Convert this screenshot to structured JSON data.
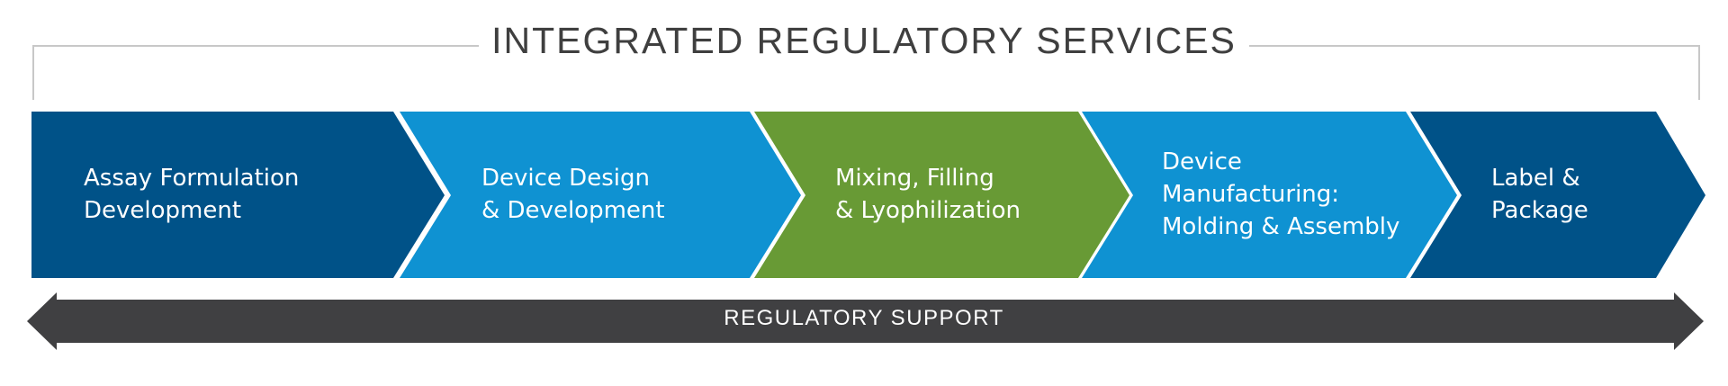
{
  "title": "INTEGRATED REGULATORY SERVICES",
  "colors": {
    "dark_blue": "#005288",
    "light_blue": "#0f92d2",
    "green": "#689a35",
    "arrow_dark": "#404042",
    "bracket": "#c8c8c8"
  },
  "steps": [
    {
      "label": "Assay Formulation\nDevelopment",
      "color": "#005288"
    },
    {
      "label": "Device Design\n& Development",
      "color": "#0f92d2"
    },
    {
      "label": "Mixing, Filling\n& Lyophilization",
      "color": "#689a35"
    },
    {
      "label": "Device\nManufacturing:\nMolding & Assembly",
      "color": "#0f92d2"
    },
    {
      "label": "Label &\nPackage",
      "color": "#005288"
    }
  ],
  "support": {
    "label": "REGULATORY SUPPORT",
    "icon": "double-arrow-icon"
  }
}
